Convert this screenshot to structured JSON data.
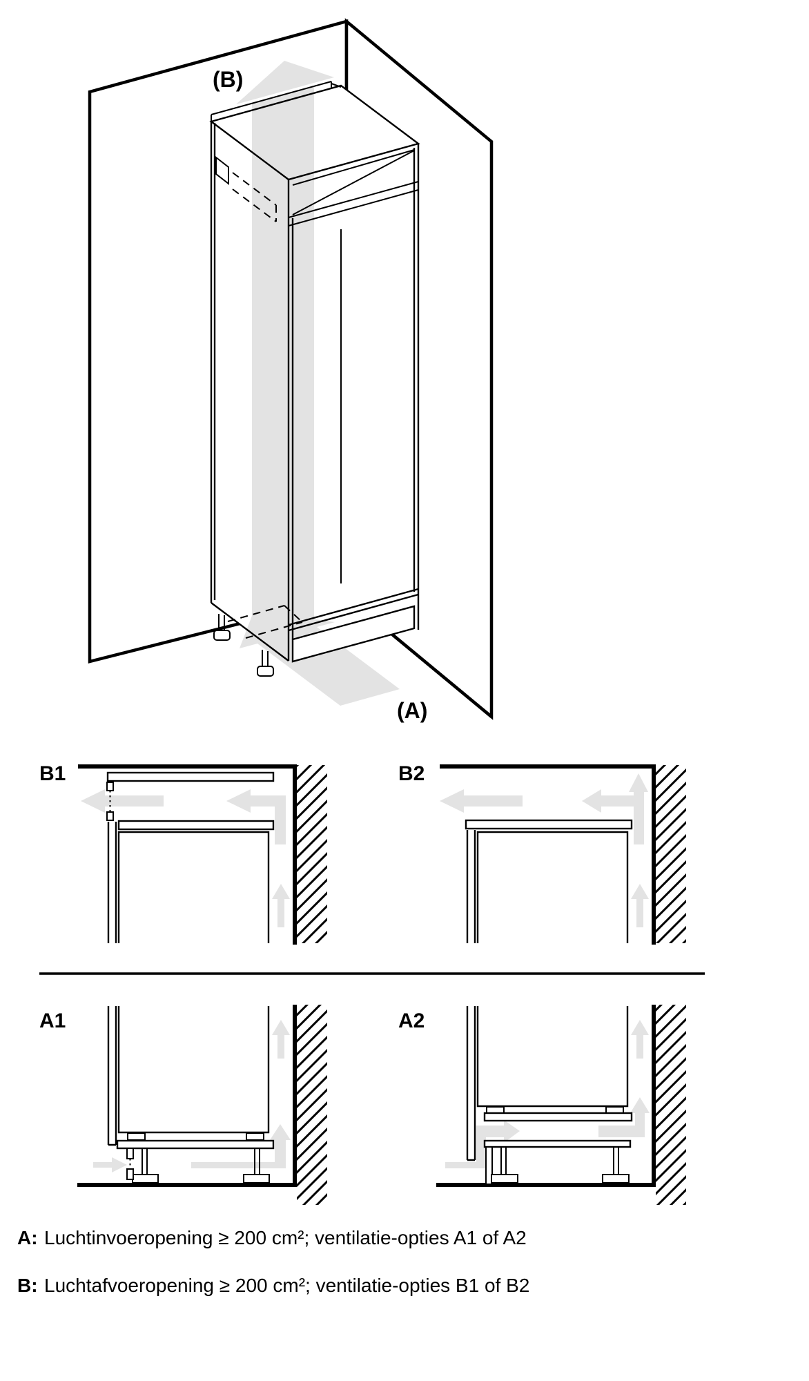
{
  "figure3d": {
    "exhaust_label": "(B)",
    "intake_label": "(A)"
  },
  "panels": {
    "b1_label": "B1",
    "b2_label": "B2",
    "a1_label": "A1",
    "a2_label": "A2"
  },
  "legend": {
    "line_a": {
      "prefix": "A:",
      "text": "Luchtinvoeropening ≥ 200 cm²; ventilatie-opties A1 of A2"
    },
    "line_b": {
      "prefix": "B:",
      "text": "Luchtafvoeropening ≥ 200 cm²; ventilatie-opties B1 of B2"
    }
  },
  "colors": {
    "line": "#000000",
    "airflow": "#e3e3e3",
    "background": "#ffffff"
  }
}
